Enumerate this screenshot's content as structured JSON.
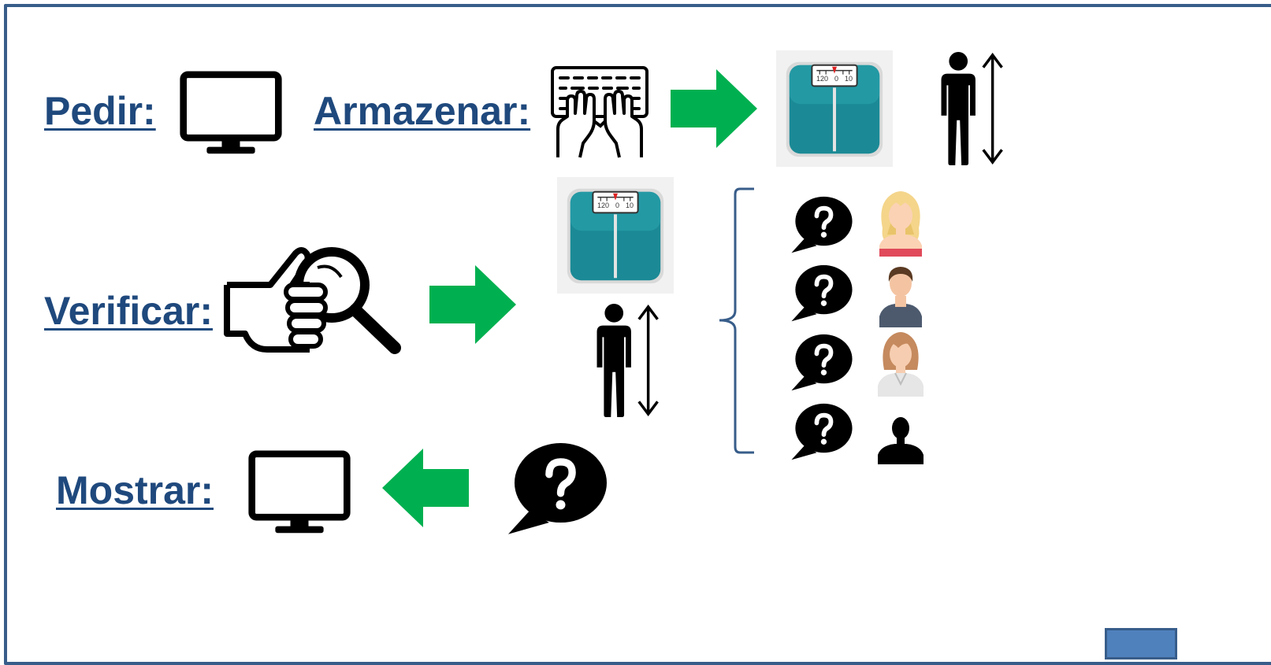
{
  "labels": {
    "pedir": "Pedir:",
    "armazenar": "Armazenar:",
    "verificar": "Verificar:",
    "mostrar": "Mostrar:"
  },
  "scale_dial": {
    "left": "120",
    "mid": "0",
    "right": "10"
  },
  "colors": {
    "label": "#1f497d",
    "frame": "#385d8a",
    "arrow": "#00b050",
    "scale_body": "#1b8a96"
  },
  "icons": {
    "request": "monitor-icon",
    "store_input": "keyboard-typing-icon",
    "verify": "hand-magnifier-icon",
    "show": "monitor-icon",
    "weight": "bathroom-scale-icon",
    "height": "person-height-icon",
    "result": "question-bubble-icon",
    "categories": [
      "woman-blonde-avatar",
      "man-avatar",
      "woman-avatar",
      "silhouette-avatar"
    ]
  }
}
